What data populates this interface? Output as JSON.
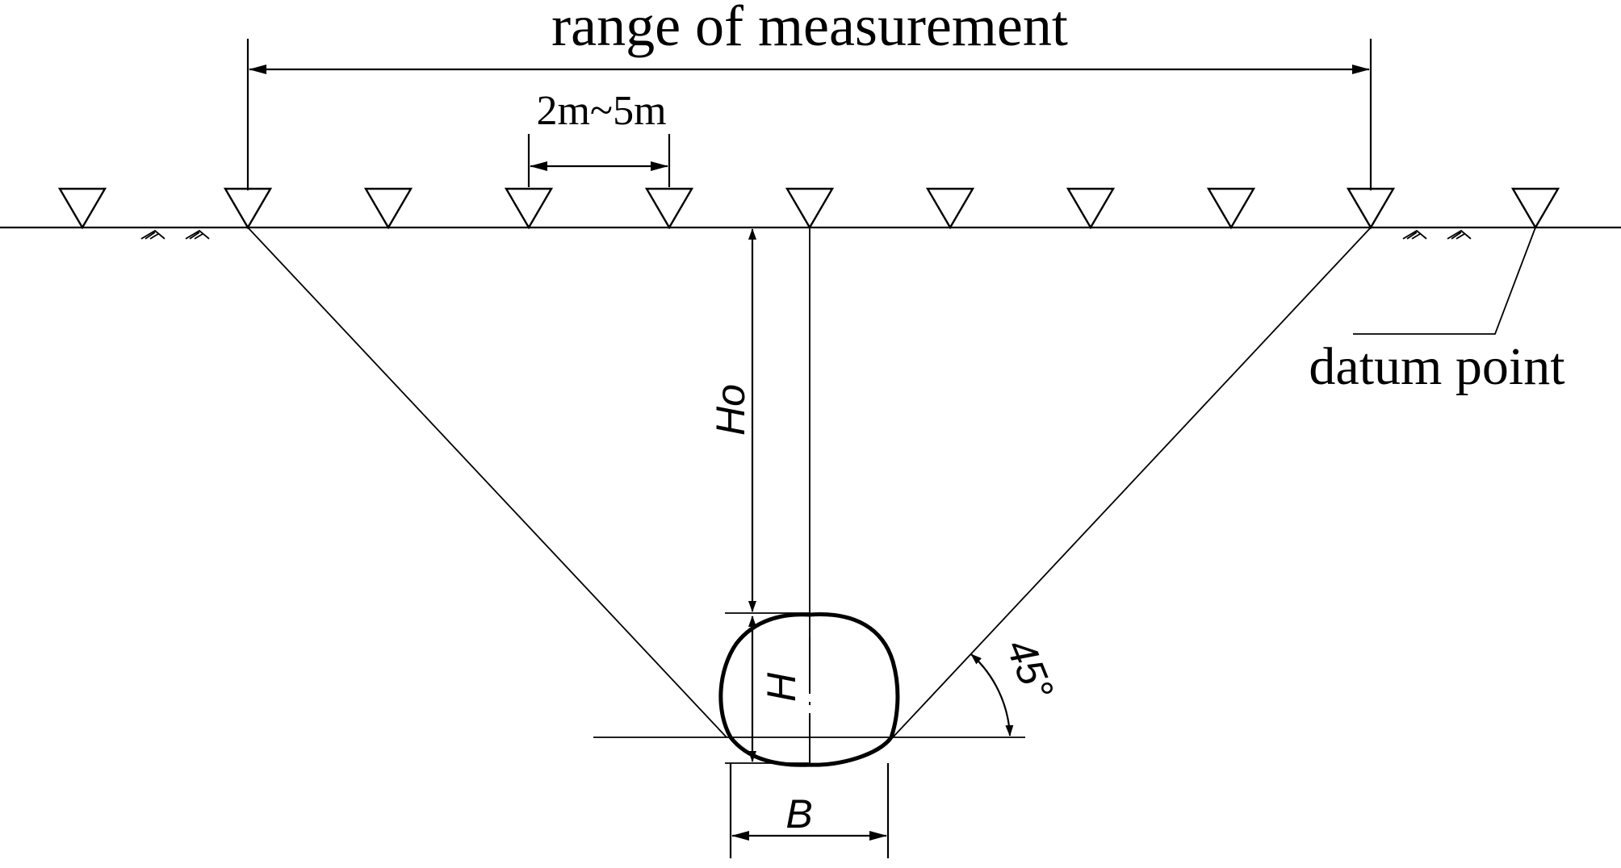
{
  "labels": {
    "range": "range of measurement",
    "spacing": "2m~5m",
    "datum": "datum point",
    "depth": "Ho",
    "height": "H",
    "width": "B",
    "angle": "45°"
  },
  "benchmark_count": 11,
  "colors": {
    "line": "#000000",
    "background": "#ffffff"
  }
}
